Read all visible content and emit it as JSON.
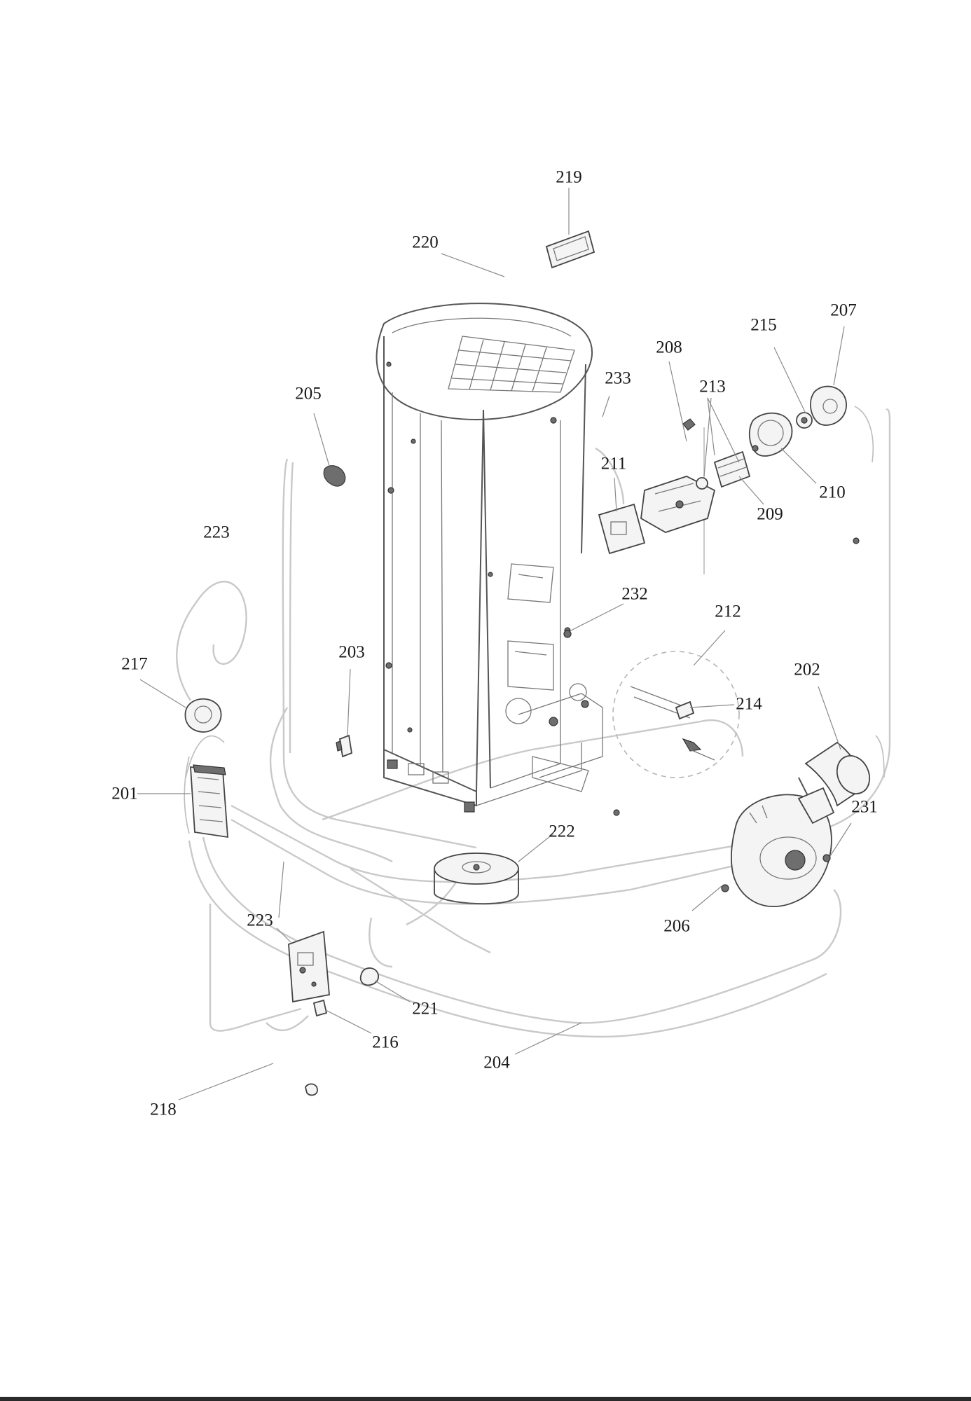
{
  "callouts": [
    {
      "id": "c219",
      "label": "219"
    },
    {
      "id": "c220",
      "label": "220"
    },
    {
      "id": "c207",
      "label": "207"
    },
    {
      "id": "c215",
      "label": "215"
    },
    {
      "id": "c208",
      "label": "208"
    },
    {
      "id": "c213",
      "label": "213"
    },
    {
      "id": "c233",
      "label": "233"
    },
    {
      "id": "c205",
      "label": "205"
    },
    {
      "id": "c211",
      "label": "211"
    },
    {
      "id": "c210",
      "label": "210"
    },
    {
      "id": "c209",
      "label": "209"
    },
    {
      "id": "c223a",
      "label": "223"
    },
    {
      "id": "c232",
      "label": "232"
    },
    {
      "id": "c212",
      "label": "212"
    },
    {
      "id": "c217",
      "label": "217"
    },
    {
      "id": "c203",
      "label": "203"
    },
    {
      "id": "c202",
      "label": "202"
    },
    {
      "id": "c214",
      "label": "214"
    },
    {
      "id": "c201",
      "label": "201"
    },
    {
      "id": "c231",
      "label": "231"
    },
    {
      "id": "c222",
      "label": "222"
    },
    {
      "id": "c223b",
      "label": "223"
    },
    {
      "id": "c206",
      "label": "206"
    },
    {
      "id": "c221",
      "label": "221"
    },
    {
      "id": "c216",
      "label": "216"
    },
    {
      "id": "c204",
      "label": "204"
    },
    {
      "id": "c218",
      "label": "218"
    }
  ]
}
